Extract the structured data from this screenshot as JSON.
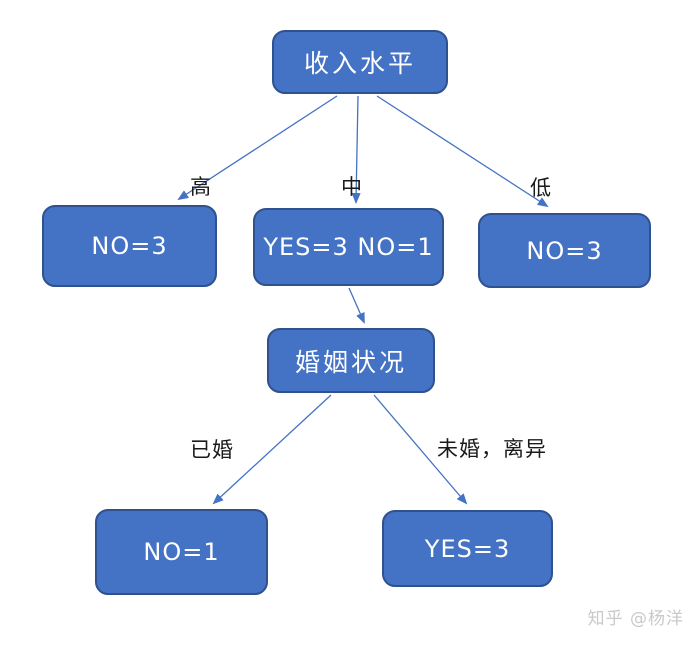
{
  "diagram": {
    "nodes": {
      "income": {
        "label": "收入水平"
      },
      "no3_high": {
        "label": "NO=3"
      },
      "yes3_no1": {
        "label": "YES=3 NO=1"
      },
      "no3_low": {
        "label": "NO=3"
      },
      "marital": {
        "label": "婚姻状况"
      },
      "no1_married": {
        "label": "NO=1"
      },
      "yes3_unmarried": {
        "label": "YES=3"
      }
    },
    "edge_labels": {
      "high": "高",
      "mid": "中",
      "low": "低",
      "married": "已婚",
      "unmarried_divorced": "未婚，离异"
    },
    "watermark": "知乎 @杨洋",
    "colors": {
      "node_fill": "#4472C4",
      "node_border": "#2F528F",
      "node_text": "#FFFFFF",
      "arrow": "#4472C4",
      "label_text": "#1A1A1A",
      "watermark_text": "#C9C9C9",
      "background": "#FFFFFF"
    }
  }
}
